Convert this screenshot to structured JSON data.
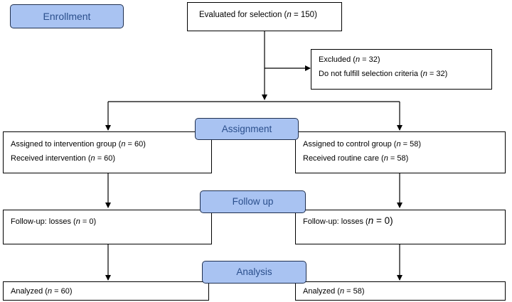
{
  "stages": {
    "enrollment": "Enrollment",
    "assignment": "Assignment",
    "follow_up": "Follow up",
    "analysis": "Analysis"
  },
  "evaluated": {
    "label": "Evaluated for selection (",
    "n": "n",
    "value": " = 150)"
  },
  "excluded": {
    "line1": {
      "label": "Excluded (",
      "n": "n",
      "value": " = 32)"
    },
    "line2": {
      "label": "Do not fulfill selection criteria (",
      "n": "n",
      "value": " = 32)"
    }
  },
  "intervention": {
    "assigned": {
      "label": "Assigned to intervention group (",
      "n": "n",
      "value": " = 60)"
    },
    "received": {
      "label": "Received intervention (",
      "n": "n",
      "value": " = 60)"
    },
    "followup": {
      "label": "Follow-up: losses (",
      "n": "n",
      "value": " = 0)"
    },
    "analyzed": {
      "label": "Analyzed (",
      "n": "n",
      "value": " = 60)"
    }
  },
  "control": {
    "assigned": {
      "label": "Assigned to control group (",
      "n": "n",
      "value": " = 58)"
    },
    "received": {
      "label": "Received routine care (",
      "n": "n",
      "value": " = 58)"
    },
    "followup": {
      "label": "Follow-up: losses (",
      "n": "n",
      "value": " = 0)"
    },
    "analyzed": {
      "label": "Analyzed (",
      "n": "n",
      "value": " = 58)"
    }
  },
  "colors": {
    "stage_fill": "#a9c3f2",
    "stage_text": "#2b4f8c",
    "stage_border": "#1f2f4f"
  }
}
